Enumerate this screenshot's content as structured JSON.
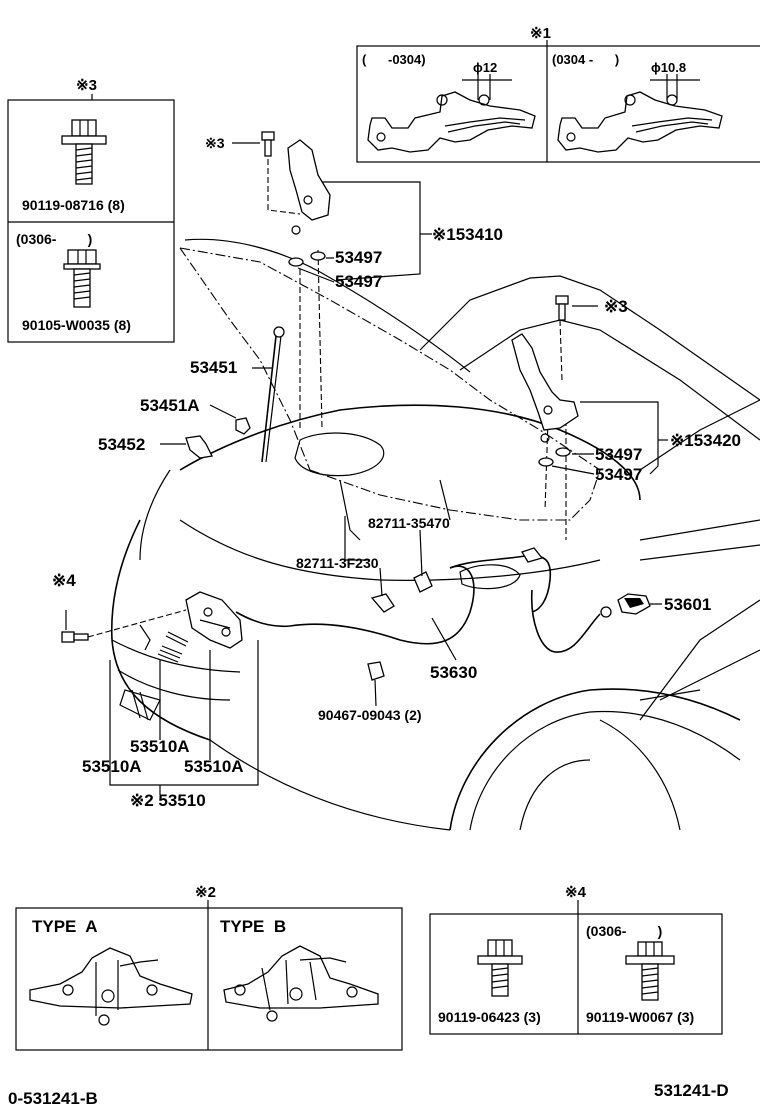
{
  "note1": {
    "mark": "※1",
    "left_range": "(      -0304)",
    "left_dim": "ϕ12",
    "right_range": "(0304 -      )",
    "right_dim": "ϕ10.8"
  },
  "note3": {
    "mark": "※3",
    "bolt_a": "90119-08716 (8)",
    "range_b": "(0306-        )",
    "bolt_b": "90105-W0035 (8)"
  },
  "note2": {
    "mark": "※2",
    "type_a": "TYPE  A",
    "type_b": "TYPE  B"
  },
  "note4": {
    "mark": "※4",
    "bolt_a": "90119-06423 (3)",
    "range_b": "(0306-        )",
    "bolt_b": "90119-W0067 (3)"
  },
  "labels": {
    "mark3_top": "※3",
    "mark3_right": "※3",
    "mark4_left": "※4",
    "p53497_a": "53497",
    "p53497_b": "53497",
    "p53497_c": "53497",
    "p53497_d": "53497",
    "p153410": "※153410",
    "p153420": "※153420",
    "p53451": "53451",
    "p53451a": "53451A",
    "p53452": "53452",
    "p82711_35470": "82711-35470",
    "p82711_3f230": "82711-3F230",
    "p53601": "53601",
    "p53630": "53630",
    "p90467": "90467-09043 (2)",
    "p53510a_1": "53510A",
    "p53510a_2": "53510A",
    "p53510a_3": "53510A",
    "p53510": "※2 53510"
  },
  "footer": {
    "left_code": "0-531241-B",
    "right_code": "531241-D"
  }
}
